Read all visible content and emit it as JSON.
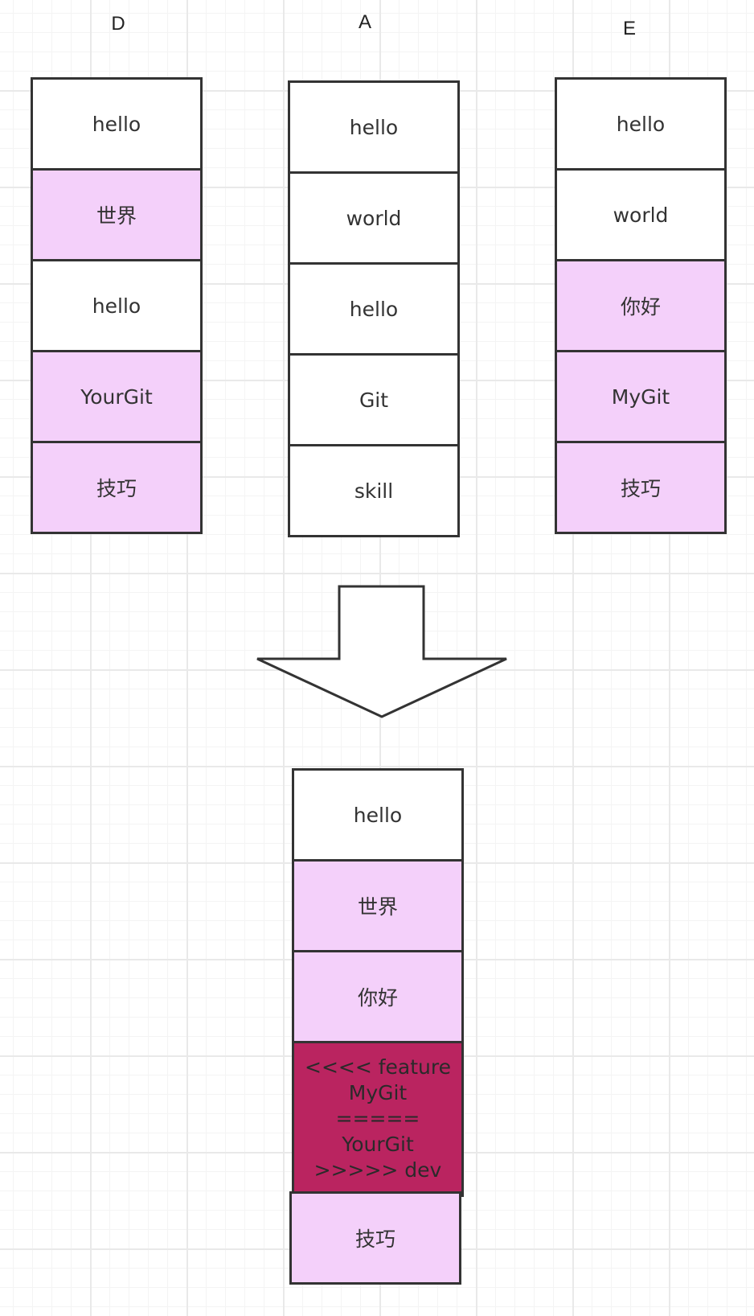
{
  "columns": {
    "d": {
      "label": "D",
      "cells": [
        {
          "text": "hello",
          "style": "plain"
        },
        {
          "text": "世界",
          "style": "pink"
        },
        {
          "text": "hello",
          "style": "plain"
        },
        {
          "text": "YourGit",
          "style": "pink"
        },
        {
          "text": "技巧",
          "style": "pink"
        }
      ]
    },
    "a": {
      "label": "A",
      "cells": [
        {
          "text": "hello",
          "style": "plain"
        },
        {
          "text": "world",
          "style": "plain"
        },
        {
          "text": "hello",
          "style": "plain"
        },
        {
          "text": "Git",
          "style": "plain"
        },
        {
          "text": "skill",
          "style": "plain"
        }
      ]
    },
    "e": {
      "label": "E",
      "cells": [
        {
          "text": "hello",
          "style": "plain"
        },
        {
          "text": "world",
          "style": "plain"
        },
        {
          "text": "你好",
          "style": "pink"
        },
        {
          "text": "MyGit",
          "style": "pink"
        },
        {
          "text": "技巧",
          "style": "pink"
        }
      ]
    }
  },
  "result": {
    "cells": [
      {
        "text": "hello",
        "style": "plain"
      },
      {
        "text": "世界",
        "style": "pink"
      },
      {
        "text": "你好",
        "style": "pink"
      }
    ],
    "conflict": {
      "lines": [
        "<<<< feature",
        "MyGit",
        "=====",
        "YourGit",
        ">>>>> dev"
      ]
    },
    "last": {
      "text": "技巧",
      "style": "pink"
    }
  },
  "colors": {
    "pink": "#f4d0fa",
    "conflict": "#ba2460",
    "border": "#333333"
  }
}
